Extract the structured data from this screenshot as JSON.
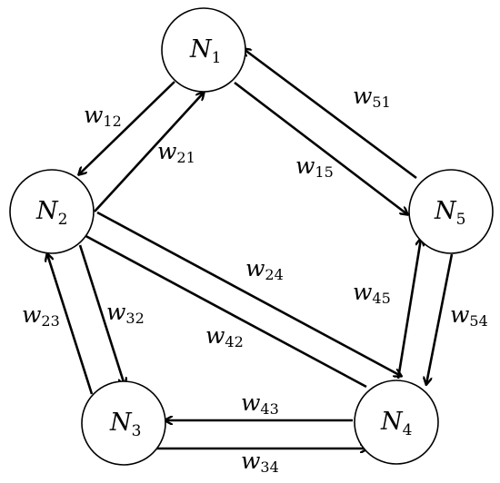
{
  "nodes": [
    {
      "id": "1",
      "label": "N",
      "sub": "1"
    },
    {
      "id": "2",
      "label": "N",
      "sub": "2"
    },
    {
      "id": "3",
      "label": "N",
      "sub": "3"
    },
    {
      "id": "4",
      "label": "N",
      "sub": "4"
    },
    {
      "id": "5",
      "label": "N",
      "sub": "5"
    }
  ],
  "edges": [
    {
      "from": "1",
      "to": "2",
      "label": "w",
      "sub": "12"
    },
    {
      "from": "2",
      "to": "1",
      "label": "w",
      "sub": "21"
    },
    {
      "from": "1",
      "to": "5",
      "label": "w",
      "sub": "15"
    },
    {
      "from": "5",
      "to": "1",
      "label": "w",
      "sub": "51"
    },
    {
      "from": "2",
      "to": "3",
      "label": "w",
      "sub": "32"
    },
    {
      "from": "3",
      "to": "2",
      "label": "w",
      "sub": "23"
    },
    {
      "from": "2",
      "to": "4",
      "label": "w",
      "sub": "24"
    },
    {
      "from": "4",
      "to": "2",
      "label": "w",
      "sub": "42"
    },
    {
      "from": "3",
      "to": "4",
      "label": "w",
      "sub": "34"
    },
    {
      "from": "4",
      "to": "3",
      "label": "w",
      "sub": "43"
    },
    {
      "from": "4",
      "to": "5",
      "label": "w",
      "sub": "45"
    },
    {
      "from": "5",
      "to": "4",
      "label": "w",
      "sub": "54"
    }
  ],
  "colors": {
    "stroke": "#000000",
    "fill": "#ffffff"
  }
}
